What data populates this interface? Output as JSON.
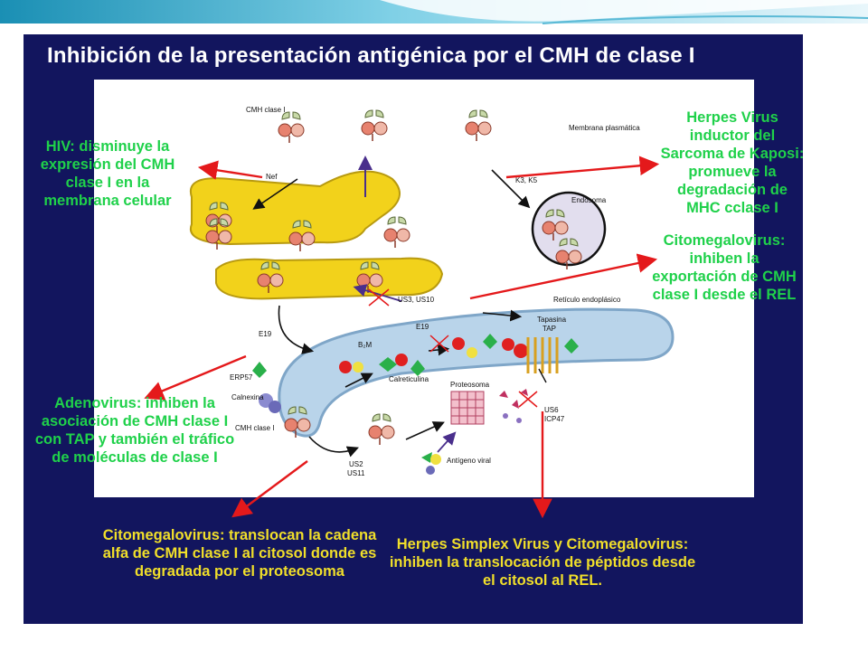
{
  "slide": {
    "title": "Inhibición de la presentación antigénica por el CMH de clase I"
  },
  "notes": {
    "hiv": "HIV: disminuye la expresión del CMH clase I en la membrana celular",
    "herpes_kaposi": "Herpes Virus inductor del Sarcoma de Kaposi: promueve la degradación de MHC cclase I",
    "cmv_export": "Citomegalovirus: inhiben la exportación de CMH clase I desde el REL",
    "adenovirus": "Adenovirus: inhiben la asociación de CMH clase I con TAP y también el tráfico de moléculas de clase I",
    "cmv_translocan": "Citomegalovirus: translocan la cadena alfa de CMH clase I al citosol donde es degradada por el proteosoma",
    "hsv_cmv": "Herpes Simplex Virus y Citomegalovirus: inhiben la translocación de péptidos desde el citosol al REL."
  },
  "diagram_labels": {
    "cmh_clase_i_top": "CMH clase I",
    "nef": "Nef",
    "membrana": "Membrana plasmática",
    "k3k5": "K3, K5",
    "endosoma": "Endosoma",
    "us3us10": "US3, US10",
    "reticulo": "Retículo endoplásico",
    "e19_left": "E19",
    "e19_er": "E19",
    "b2m": "B₂M",
    "tapasina": "Tapasina",
    "tap": "TAP",
    "erp57": "ERP57",
    "calreticulina": "Calreticulina",
    "calnexina": "Calnexina",
    "proteosoma": "Proteosoma",
    "us6": "US6",
    "icp47": "ICP47",
    "cmh_clase_i_bottom": "CMH clase I",
    "us2": "US2",
    "us11": "US11",
    "antigeno": "Antígeno viral"
  },
  "colors": {
    "panel": "#12155e",
    "green_text": "#1fd14a",
    "yellow_text": "#f1df2a",
    "golgi": "#f2d21b",
    "er": "#b9d4ea",
    "arrow_red": "#e4191b"
  }
}
